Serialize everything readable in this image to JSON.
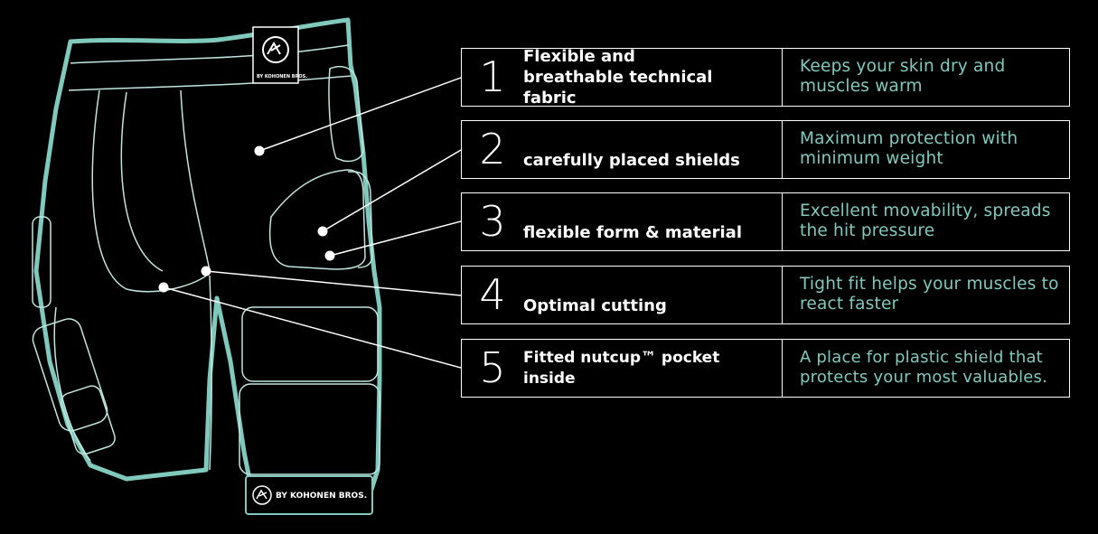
{
  "brand": {
    "tag_top": "BY KOHONEN BROS.",
    "tag_bottom": "BY KOHONEN BROS."
  },
  "features": [
    {
      "number": "1",
      "title": "Flexible and breathable technical fabric",
      "description": "Keeps your skin dry and muscles warm"
    },
    {
      "number": "2",
      "title": "carefully placed shields",
      "description": "Maximum protection with minimum weight"
    },
    {
      "number": "3",
      "title": "flexible form & material",
      "description": "Excellent movability, spreads the hit pressure"
    },
    {
      "number": "4",
      "title": "Optimal cutting",
      "description": "Tight fit helps your muscles to react faster"
    },
    {
      "number": "5",
      "title": "Fitted nutcup™ pocket inside",
      "description": "A place for plastic shield that protects your most valuables."
    }
  ],
  "colors": {
    "outline": "#7fc9bd",
    "description_text": "#7fc9bd",
    "background": "#000000",
    "line": "#ffffff"
  }
}
